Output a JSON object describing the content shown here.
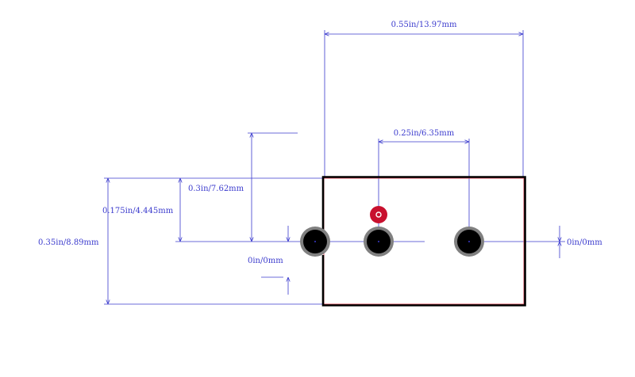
{
  "colors": {
    "dimension": "#3a3acd",
    "outline": "#000000",
    "outline_inner": "#e05060",
    "pad_ring": "#808080",
    "pad_hole": "#000000",
    "pin1_marker": "#c8102e"
  },
  "dimensions": {
    "overall_width": "0.55in/13.97mm",
    "pin_pitch": "0.25in/6.35mm",
    "vertical_offset": "0.3in/7.62mm",
    "half_height": "0.175in/4.445mm",
    "overall_height": "0.35in/8.89mm",
    "origin_left": "0in/0mm",
    "origin_right": "0in/0mm"
  },
  "pads": [
    "pad-1",
    "pad-2",
    "pad-3"
  ]
}
